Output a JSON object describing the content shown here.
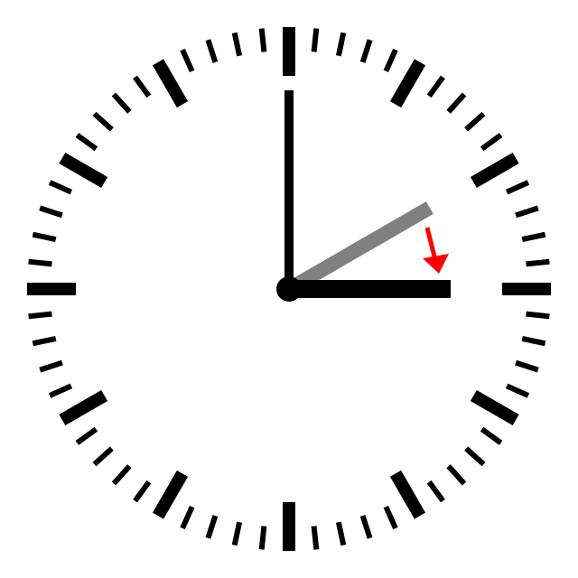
{
  "clock": {
    "minute_value": 0,
    "hour_new_value": 3,
    "hour_old_value": 2,
    "colors": {
      "face": "#ffffff",
      "ticks": "#000000",
      "minute_hand": "#000000",
      "hour_hand_new": "#000000",
      "hour_hand_old": "#808080",
      "change_arrow": "#ff0000"
    }
  }
}
